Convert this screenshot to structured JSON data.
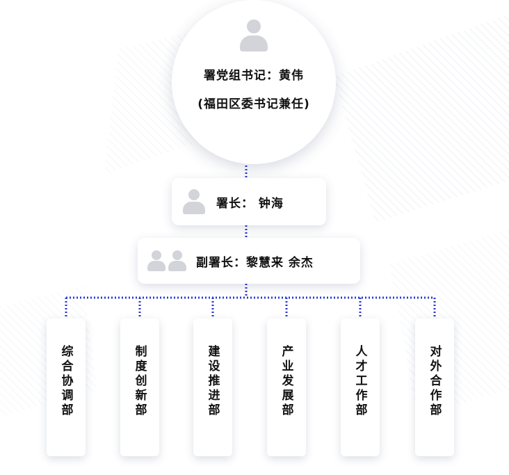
{
  "secretary": {
    "title": "署党组书记：黄伟",
    "note": "(福田区委书记兼任)"
  },
  "director": {
    "title": "署长： 钟海"
  },
  "deputies": {
    "title": "副署长：黎慧来 余杰"
  },
  "departments": [
    {
      "label": "综合协调部"
    },
    {
      "label": "制度创新部"
    },
    {
      "label": "建设推进部"
    },
    {
      "label": "产业发展部"
    },
    {
      "label": "人才工作部"
    },
    {
      "label": "对外合作部"
    }
  ],
  "colors": {
    "connector": "#2a37d6",
    "avatar": "#d2d4d9"
  }
}
